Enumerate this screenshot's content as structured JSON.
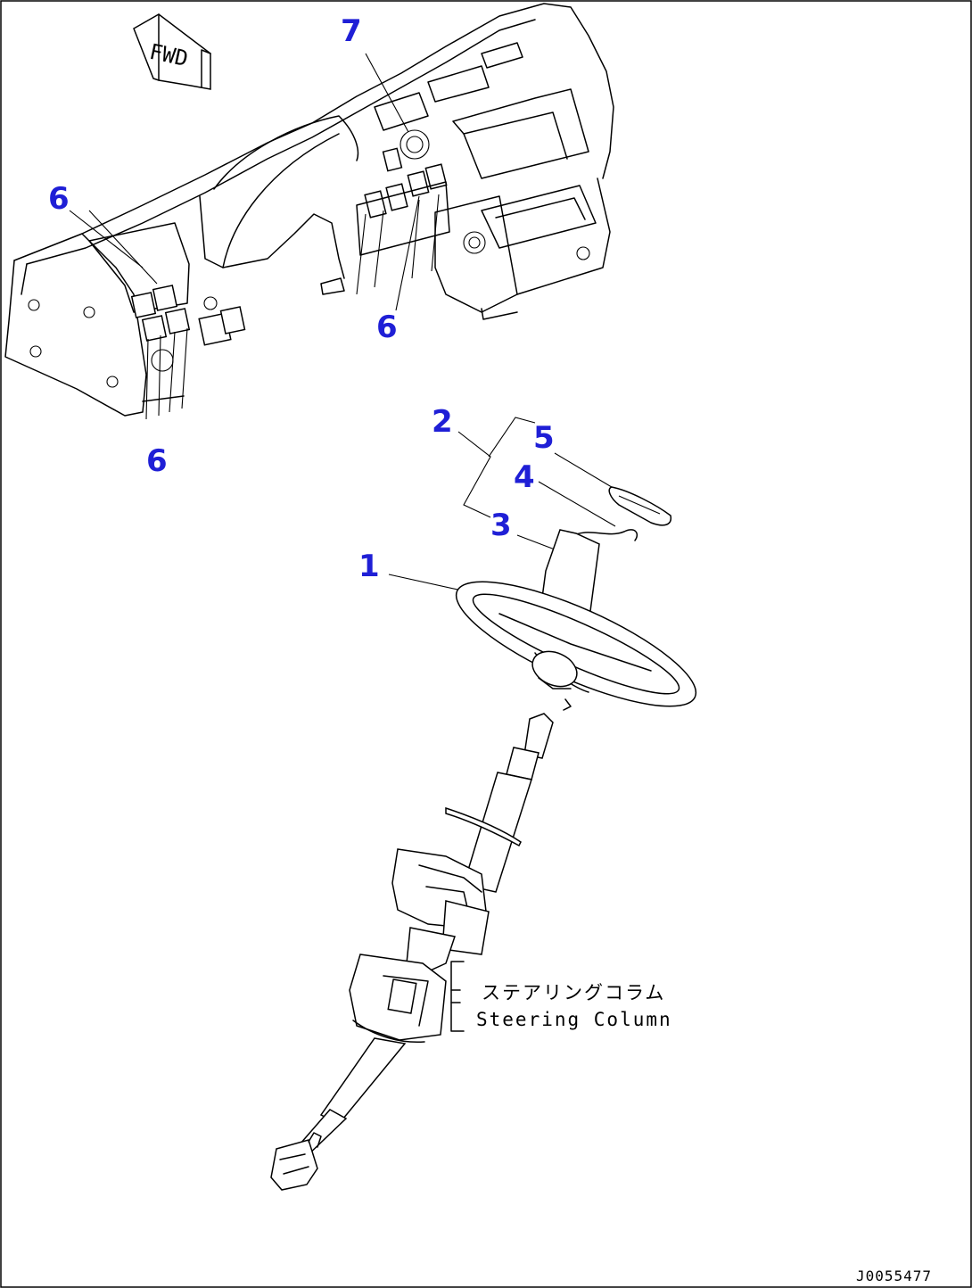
{
  "callouts": {
    "c1": "1",
    "c2": "2",
    "c3": "3",
    "c4": "4",
    "c5": "5",
    "c6a": "6",
    "c6b": "6",
    "c6c": "6",
    "c7": "7"
  },
  "fwd_label": "FWD",
  "note": {
    "japanese": "ステアリングコラム",
    "english": "Steering Column"
  },
  "drawing_code": "J0055477",
  "colors": {
    "callout": "#1f1fd6",
    "line": "#000000",
    "background": "#ffffff"
  }
}
